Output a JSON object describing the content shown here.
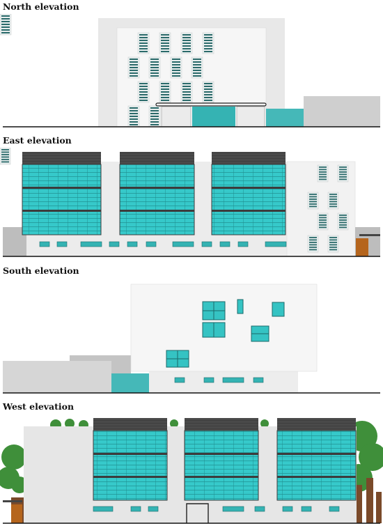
{
  "elevations": {
    "north": {
      "title": "North elevation"
    },
    "east": {
      "title": "East elevation"
    },
    "south": {
      "title": "South elevation"
    },
    "west": {
      "title": "West elevation"
    }
  },
  "colors": {
    "facade_white": "#f4f4f4",
    "facade_light_grey": "#e6e6e6",
    "facade_grey": "#cfcfcf",
    "glazing_teal": "#35c8c9",
    "panel_dark": "#4a4a4a",
    "ground_line": "#111111",
    "tree_green": "#3f8f3a",
    "trunk_brown": "#7a4a2a",
    "accent_orange": "#b5651d"
  }
}
